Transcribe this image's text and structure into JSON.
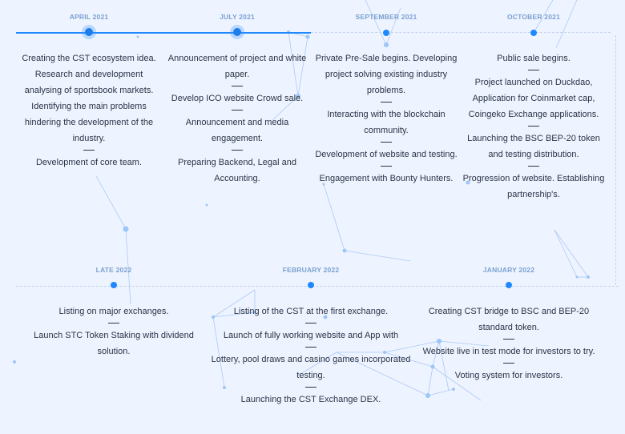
{
  "roadmap": {
    "columns": [
      {
        "date": "APRIL 2021",
        "active": true,
        "items": [
          "Creating the CST ecosystem idea. Research and development analysing of sportsbook markets. Identifying the main problems hindering the development of the industry.",
          "Development of core team."
        ]
      },
      {
        "date": "JULY 2021",
        "active": true,
        "items": [
          "Announcement of project and white paper.",
          "Develop ICO website Crowd sale.",
          "Announcement and media engagement.",
          "Preparing Backend, Legal and Accounting."
        ]
      },
      {
        "date": "SEPTEMBER 2021",
        "active": false,
        "items": [
          "Private Pre-Sale begins. Developing project solving existing industry problems.",
          "Interacting with the blockchain community.",
          "Development of website and testing.",
          "Engagement with Bounty Hunters."
        ]
      },
      {
        "date": "OCTOBER 2021",
        "active": false,
        "items": [
          "Public sale begins.",
          "Project launched on Duckdao, Application for Coinmarket cap, Coingeko Exchange applications.",
          "Launching the BSC BEP-20 token and testing distribution.",
          "Progression of website. Establishing partnership's."
        ]
      },
      {
        "date": "LATE 2022",
        "active": false,
        "items": [
          "Listing on major exchanges.",
          "Launch STC Token Staking with dividend solution."
        ]
      },
      {
        "date": "FEBRUARY 2022",
        "active": false,
        "items": [
          "Listing of the CST at the first exchange.",
          "Launch of fully working website and App with",
          "Lottery, pool draws and casino games incorporated testing.",
          "Launching the CST Exchange DEX."
        ]
      },
      {
        "date": "JANUARY 2022",
        "active": false,
        "items": [
          "Creating CST bridge to BSC and BEP-20 standard token.",
          "Website live in test mode for investors to try.",
          "Voting system for investors."
        ]
      }
    ]
  },
  "colors": {
    "accent": "#1e88ff",
    "date_label": "#7a9fd0",
    "background": "#eef4ff"
  }
}
